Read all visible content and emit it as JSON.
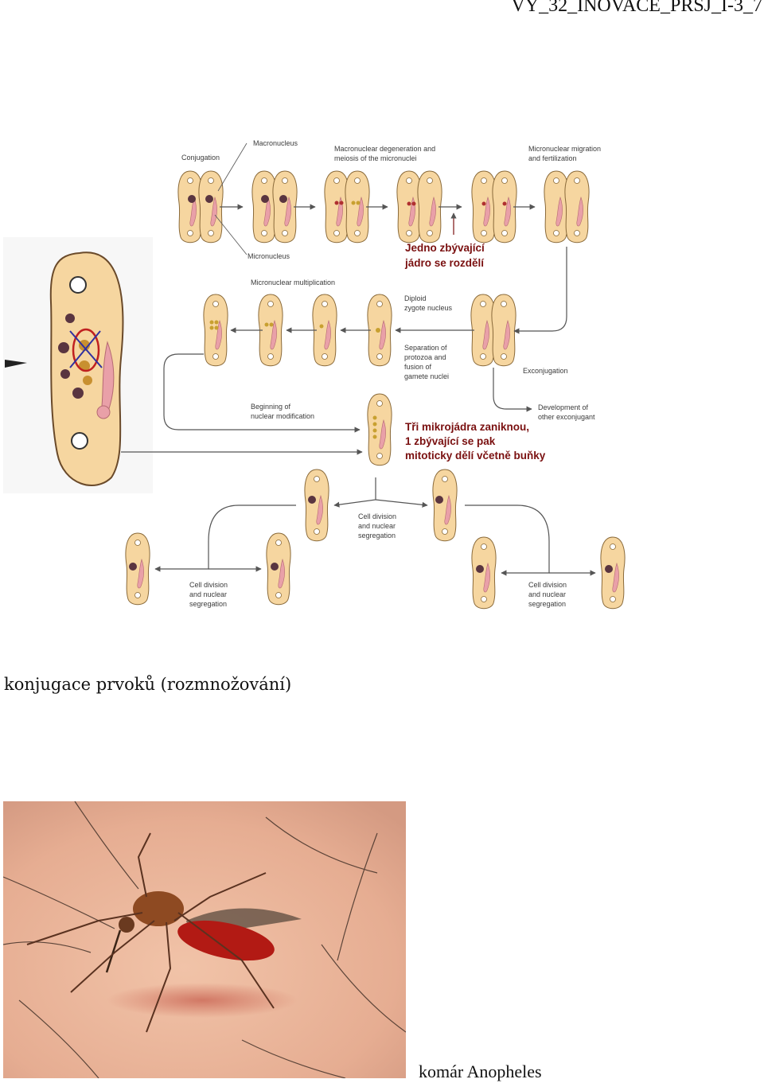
{
  "header": {
    "doc_code": "VY_32_INOVACE_PRSJ_I-3_7"
  },
  "diagram": {
    "labels_en": {
      "conjugation": "Conjugation",
      "macronucleus": "Macronucleus",
      "macro_degeneration_1": "Macronuclear degeneration and",
      "macro_degeneration_2": "meiosis of the micronuclei",
      "micro_migration_1": "Micronuclear migration",
      "micro_migration_2": "and fertilization",
      "micronucleus": "Micronucleus",
      "micro_multiplication": "Micronuclear multiplication",
      "diploid_1": "Diploid",
      "diploid_2": "zygote nucleus",
      "separation_1": "Separation of",
      "separation_2": "protozoa and",
      "separation_3": "fusion of",
      "separation_4": "gamete nuclei",
      "exconjugation": "Exconjugation",
      "beginning_1": "Beginning of",
      "beginning_2": "nuclear modification",
      "development_1": "Development of",
      "development_2": "other exconjugant",
      "cell_div_1": "Cell division",
      "cell_div_2": "and nuclear",
      "cell_div_3": "segregation"
    },
    "labels_cz": {
      "remaining_1": "Jedno zbývající",
      "remaining_2": "jádro se rozdělí",
      "three_1": "Tři mikrojádra zaniknou,",
      "three_2": "1 zbývající se pak",
      "three_3": "mitoticky dělí včetně buňky"
    },
    "colors": {
      "cell_fill": "#f6d6a0",
      "cell_stroke": "#8a6a3a",
      "oral_groove": "#e9a0a8",
      "macronucleus": "#5a3540",
      "czech_text": "#7a1010",
      "arrow": "#555555",
      "cross_mark": "#3030a0",
      "circle_mark": "#c02020"
    }
  },
  "caption_diagram": "konjugace prvoků (rozmnožování)",
  "photo": {
    "subject": "mosquito-on-skin"
  },
  "caption_photo": "komár Anopheles"
}
